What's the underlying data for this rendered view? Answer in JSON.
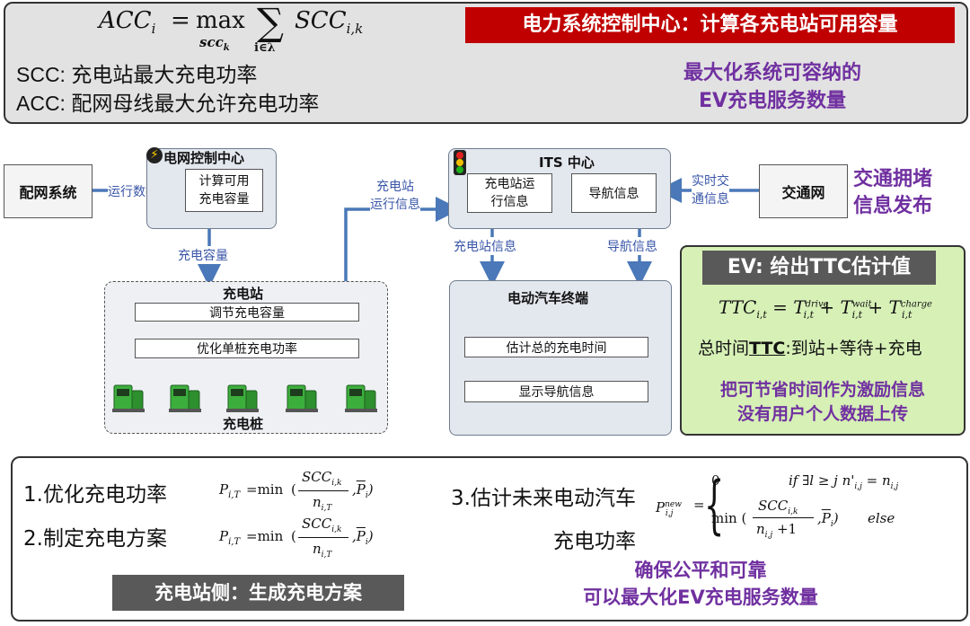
{
  "top": {
    "formula_acc_lhs": "ACC",
    "formula_acc_lhs_sub": "i",
    "formula_eq": "=",
    "formula_max": "max",
    "formula_max_sub": "scc",
    "formula_max_sub_k": "k",
    "formula_sum": "∑",
    "formula_sum_sub": "i∈λ",
    "formula_rhs": "SCC",
    "formula_rhs_sub": "i,k",
    "scc_def": "SCC: 充电站最大充电功率",
    "acc_def": "ACC: 配网母线最大允许充电功率",
    "banner": "电力系统控制中心：计算各充电站可用容量",
    "goal_line1": "最大化系统可容纳的",
    "goal_line2": "EV充电服务数量"
  },
  "diagram": {
    "dist_system": "配网系统",
    "run_data": "运行数据",
    "grid_center_title": "电网控制中心",
    "calc_capacity": "计算可用\n充电容量",
    "charge_capacity": "充电容量",
    "station_title": "充电站",
    "adjust_capacity": "调节充电容量",
    "optimize_power": "优化单桩充电功率",
    "pile_label": "充电桩",
    "station_run_info_1": "充电站",
    "station_run_info_2": "运行信息",
    "its_title": "ITS 中心",
    "station_run_box": "充电站运\n行信息",
    "nav_info": "导航信息",
    "realtime_traffic": "实时交\n通信息",
    "traffic_net": "交通网",
    "congestion_1": "交通拥堵",
    "congestion_2": "信息发布",
    "station_info_lbl": "充电站信息",
    "nav_info_lbl": "导航信息",
    "ev_terminal": "电动汽车终端",
    "estimate_time": "估计总的充电时间",
    "show_nav": "显示导航信息"
  },
  "ev_panel": {
    "title": "EV: 给出TTC估计值",
    "ttc_formula_lhs": "TTC",
    "ttc_formula_sub": "i,t",
    "ttc_t": "T",
    "ttc_drive": "drive",
    "ttc_wait": "wait",
    "ttc_charge": "charge",
    "total_prefix": "总时间",
    "total_ttc": "TTC",
    "total_suffix": ":到站+等待+充电",
    "incentive_1": "把可节省时间作为激励信息",
    "incentive_2": "没有用户个人数据上传"
  },
  "bottom": {
    "item1": "1.优化充电功率",
    "item2": "2.制定充电方案",
    "item3_line1": "3.估计未来电动汽车",
    "item3_line2": "充电功率",
    "p_formula_lhs": "P",
    "p_formula_sub": "i,T",
    "p_min": "=min",
    "p_scc": "SCC",
    "p_scc_sub": "i,k",
    "p_n": "n",
    "p_n_sub": "i,T",
    "p_pbar": "P",
    "p_pbar_sub": "i",
    "pnew_lhs": "P",
    "pnew_sup": "new",
    "pnew_sub": "i,j",
    "case1_val": "0",
    "case1_cond": "if  ∃l ≥ j  n'",
    "case1_cond_sub": "i,j",
    "case1_eq": " = n",
    "case1_eq_sub": "i,j",
    "case2_min": "min (",
    "case2_n": "n",
    "case2_n_sub": "i,j",
    "case2_plus": " +1",
    "case2_else": "else",
    "station_side": "充电站侧：生成充电方案",
    "fair_1": "确保公平和可靠",
    "fair_2": "可以最大化EV充电服务数量"
  },
  "colors": {
    "banner_red": "#c00000",
    "purple": "#7030a0",
    "arrow_blue": "#4a78b8",
    "ev_green": "#d6f0b6",
    "charger_green": "#3cae3c"
  }
}
